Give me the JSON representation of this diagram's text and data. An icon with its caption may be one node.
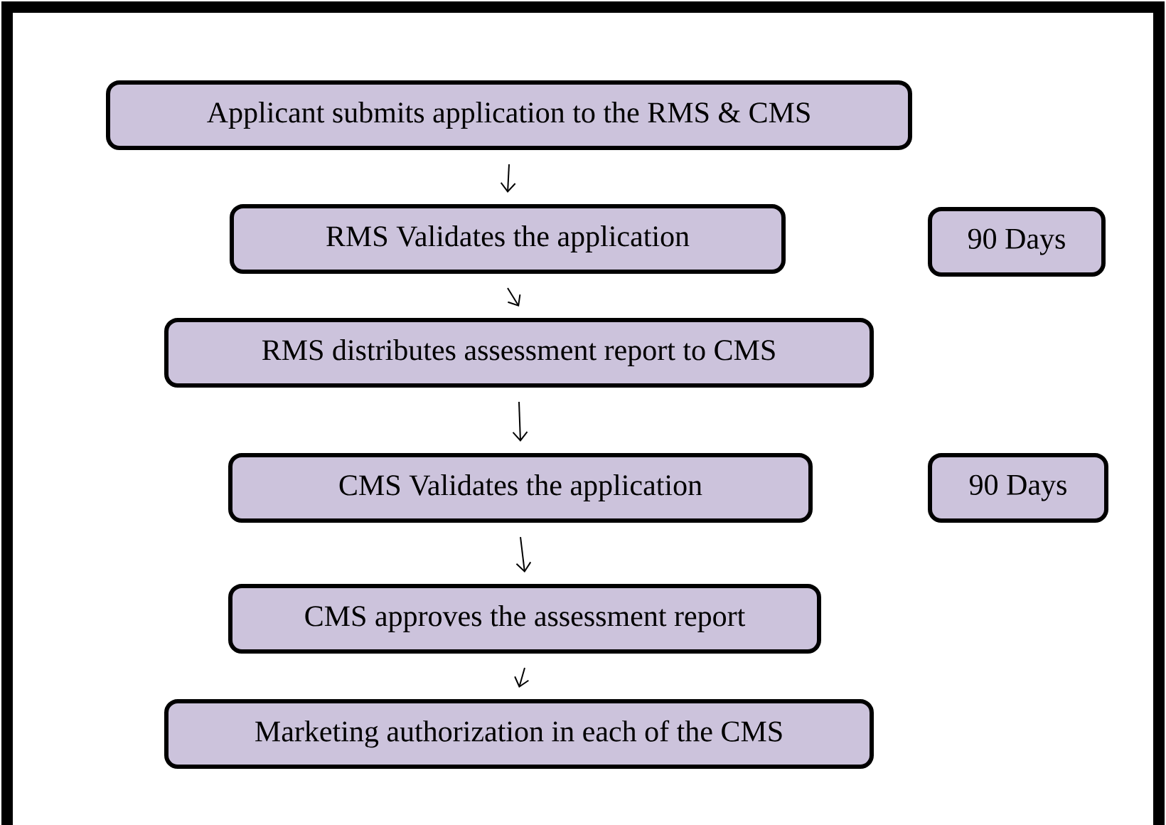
{
  "diagram": {
    "nodes": [
      {
        "text": [
          "Applicant submits application to the RMS & CMS"
        ]
      },
      {
        "text": [
          "RMS Validates the application"
        ]
      },
      {
        "text": [
          "RMS distributes assessment report to CMS"
        ]
      },
      {
        "text": [
          "CMS Validates the application"
        ]
      },
      {
        "text": [
          "CMS approves the assessment report"
        ]
      },
      {
        "text": [
          "Marketing authorization in each of the CMS"
        ]
      },
      {
        "text": [
          "90 Days"
        ]
      },
      {
        "text": [
          "90 Days"
        ]
      }
    ],
    "edges": [
      {
        "from": 0,
        "to": 1,
        "arrow": "to"
      },
      {
        "from": 1,
        "to": 2,
        "arrow": "to"
      },
      {
        "from": 2,
        "to": 3,
        "arrow": "to"
      },
      {
        "from": 3,
        "to": 4,
        "arrow": "to"
      },
      {
        "from": 4,
        "to": 5,
        "arrow": "to"
      }
    ]
  }
}
